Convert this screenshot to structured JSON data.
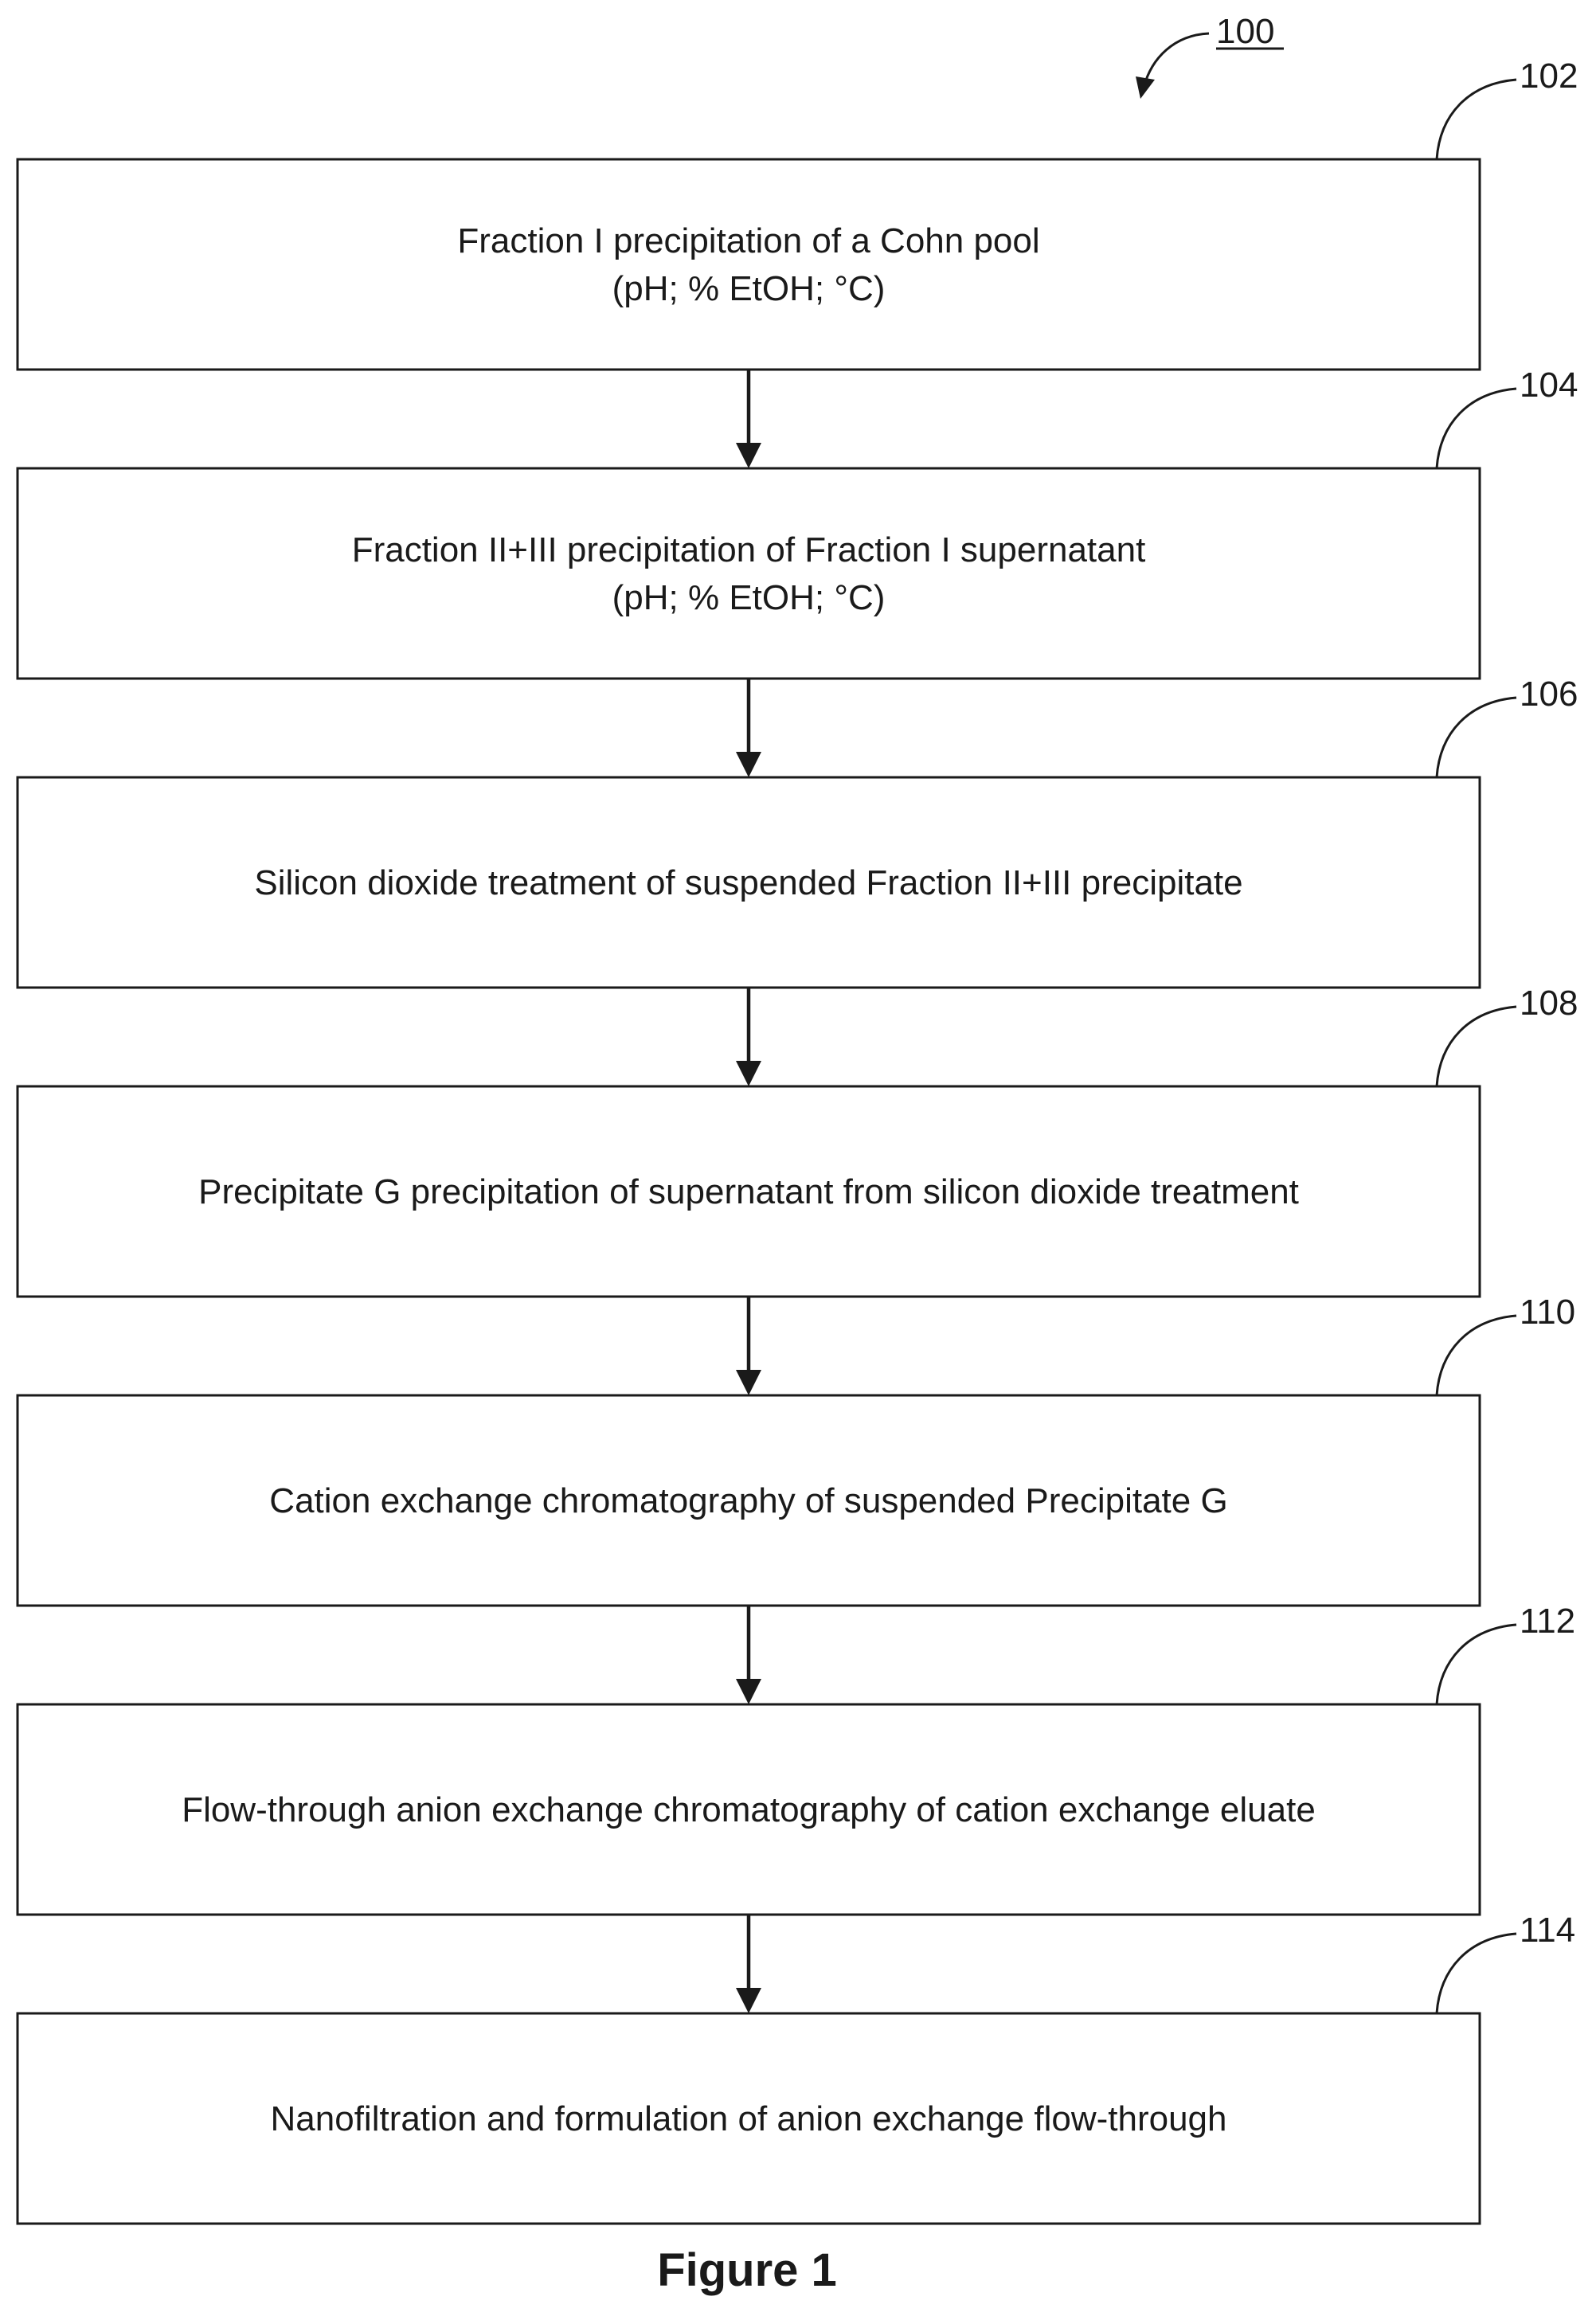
{
  "figure": {
    "ref": "100",
    "caption": "Figure 1"
  },
  "steps": [
    {
      "ref": "102",
      "lines": [
        "Fraction I precipitation of a Cohn pool",
        "(pH; % EtOH; °C)"
      ]
    },
    {
      "ref": "104",
      "lines": [
        "Fraction II+III precipitation of Fraction I supernatant",
        "(pH; % EtOH; °C)"
      ]
    },
    {
      "ref": "106",
      "lines": [
        "Silicon dioxide treatment of suspended Fraction II+III precipitate"
      ]
    },
    {
      "ref": "108",
      "lines": [
        "Precipitate G precipitation of supernatant from silicon dioxide treatment"
      ]
    },
    {
      "ref": "110",
      "lines": [
        "Cation exchange chromatography of suspended Precipitate G"
      ]
    },
    {
      "ref": "112",
      "lines": [
        "Flow-through anion exchange chromatography of cation exchange eluate"
      ]
    },
    {
      "ref": "114",
      "lines": [
        "Nanofiltration and formulation of anion exchange flow-through"
      ]
    }
  ]
}
